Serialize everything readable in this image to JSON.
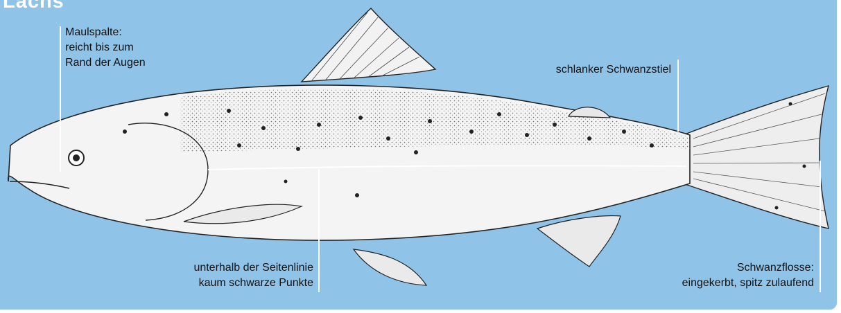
{
  "title": "Lachs",
  "colors": {
    "background": "#8fc4e8",
    "title": "#ffffff",
    "leader_lines": "#ffffff",
    "fish_body": "#f4f4f4",
    "spots": "#222222"
  },
  "labels": {
    "mouth": [
      "Maulspalte:",
      "reicht bis zum",
      "Rand der Augen"
    ],
    "tail_stalk": [
      "schlanker Schwanzstiel"
    ],
    "lateral_line": [
      "unterhalb der Seitenlinie",
      "kaum schwarze Punkte"
    ],
    "tail_fin": [
      "Schwanzflosse:",
      "eingekerbt, spitz zulaufend"
    ]
  }
}
